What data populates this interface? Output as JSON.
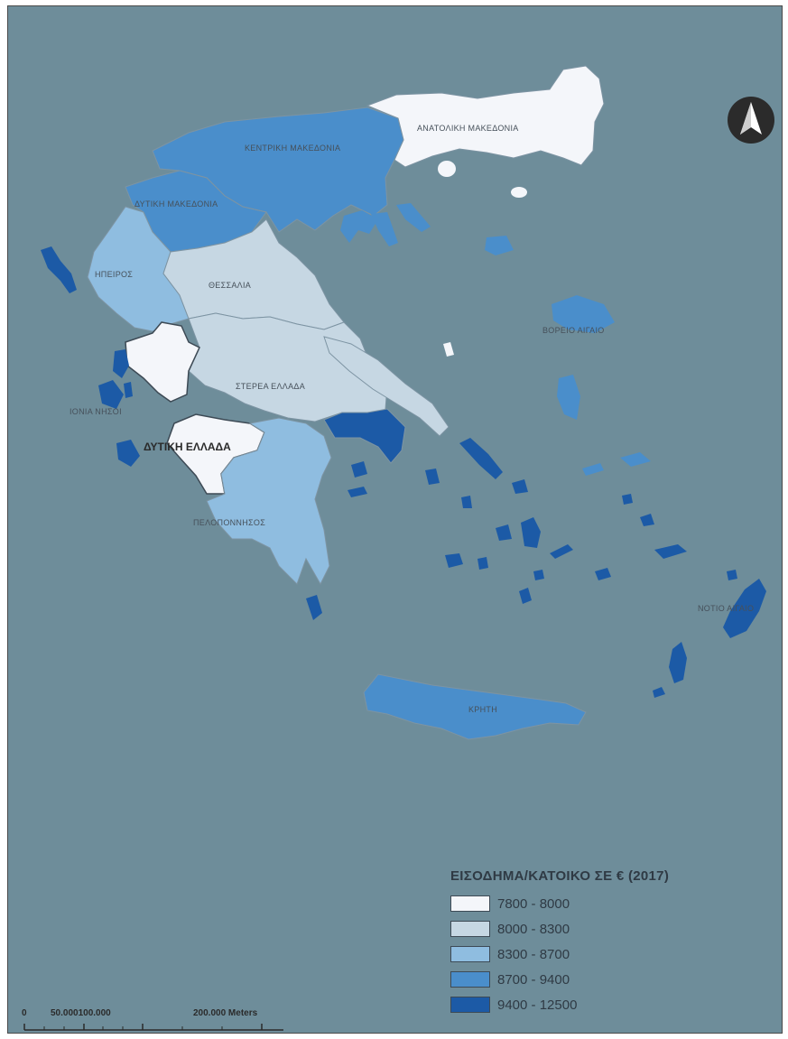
{
  "map": {
    "legend": {
      "title": "ΕΙΣΟΔΗΜΑ/ΚΑΤΟΙΚΟ ΣΕ € (2017)",
      "items": [
        {
          "label": "7800 - 8000",
          "color": "#f4f6fa"
        },
        {
          "label": "8000 - 8300",
          "color": "#c6d7e3"
        },
        {
          "label": "8300 - 8700",
          "color": "#8fbde0"
        },
        {
          "label": "8700 - 9400",
          "color": "#4a8ecb"
        },
        {
          "label": "9400 - 12500",
          "color": "#1c5aa6"
        }
      ]
    },
    "regions": {
      "anatoliki_makedonia": "ΑΝΑΤΟΛΙΚΗ ΜΑΚΕΔΟΝΙΑ",
      "kentriki_makedonia": "ΚΕΝΤΡΙΚΗ ΜΑΚΕΔΟΝΙΑ",
      "dytiki_makedonia": "ΔΥΤΙΚΗ ΜΑΚΕΔΟΝΙΑ",
      "ipeiros": "ΗΠΕΙΡΟΣ",
      "thessalia": "ΘΕΣΣΑΛΙΑ",
      "sterea_ellada": "ΣΤΕΡΕΑ ΕΛΛΑΔΑ",
      "ionia_nisia": "ΙΟΝΙΑ ΝΗΣΟΙ",
      "dytiki_ellada": "ΔΥΤΙΚΗ ΕΛΛΑΔΑ",
      "peloponnisos": "ΠΕΛΟΠΟΝΝΗΣΟΣ",
      "voreio_aigaio": "ΒΟΡΕΙΟ ΑΙΓΑΙΟ",
      "notio_aigaio": "ΝΟΤΙΟ ΑΙΓΑΙΟ",
      "kriti": "ΚΡΗΤΗ"
    },
    "scale": {
      "zero": "0",
      "mid": "50.000100.000",
      "end": "200.000 Meters"
    },
    "colors": {
      "sea": "#6e8d9a"
    }
  }
}
